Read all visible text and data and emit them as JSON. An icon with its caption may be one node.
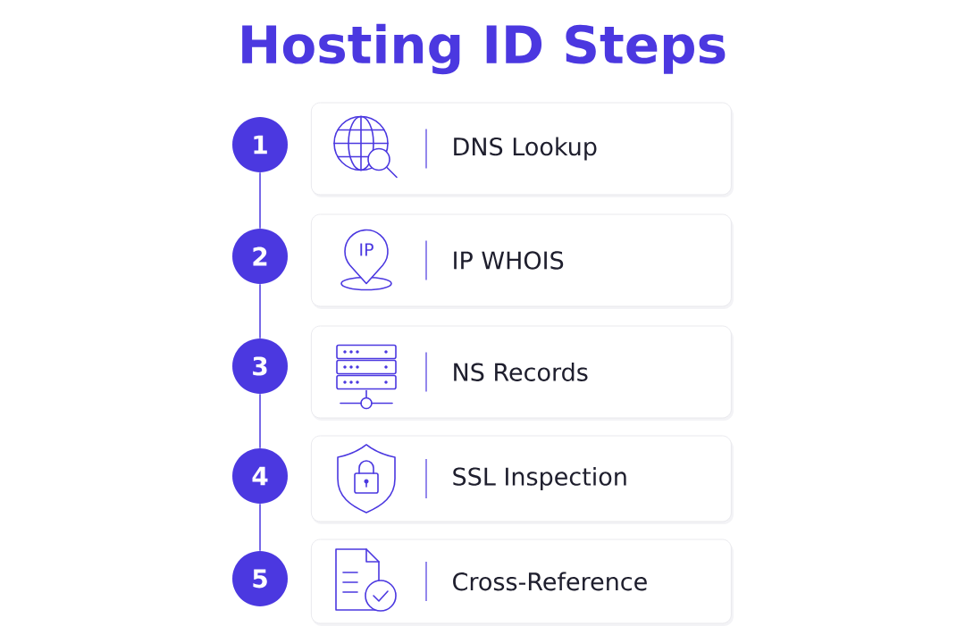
{
  "diagram": {
    "title": "Hosting ID Steps",
    "nodes": [
      {
        "text": [
          "1"
        ]
      },
      {
        "text": [
          "DNS Lookup"
        ]
      },
      {
        "text": [
          "2"
        ]
      },
      {
        "text": [
          "IP WHOIS"
        ]
      },
      {
        "text": [
          "3"
        ]
      },
      {
        "text": [
          "NS Records"
        ]
      },
      {
        "text": [
          "4"
        ]
      },
      {
        "text": [
          "SSL Inspection"
        ]
      },
      {
        "text": [
          "5"
        ]
      },
      {
        "text": [
          "Cross-Reference"
        ]
      }
    ],
    "edges": [
      {
        "from": 0,
        "to": 2,
        "arrow": "none"
      },
      {
        "from": 2,
        "to": 4,
        "arrow": "none"
      },
      {
        "from": 4,
        "to": 6,
        "arrow": "none"
      },
      {
        "from": 6,
        "to": 8,
        "arrow": "none"
      }
    ],
    "labels": [
      "IP"
    ]
  }
}
